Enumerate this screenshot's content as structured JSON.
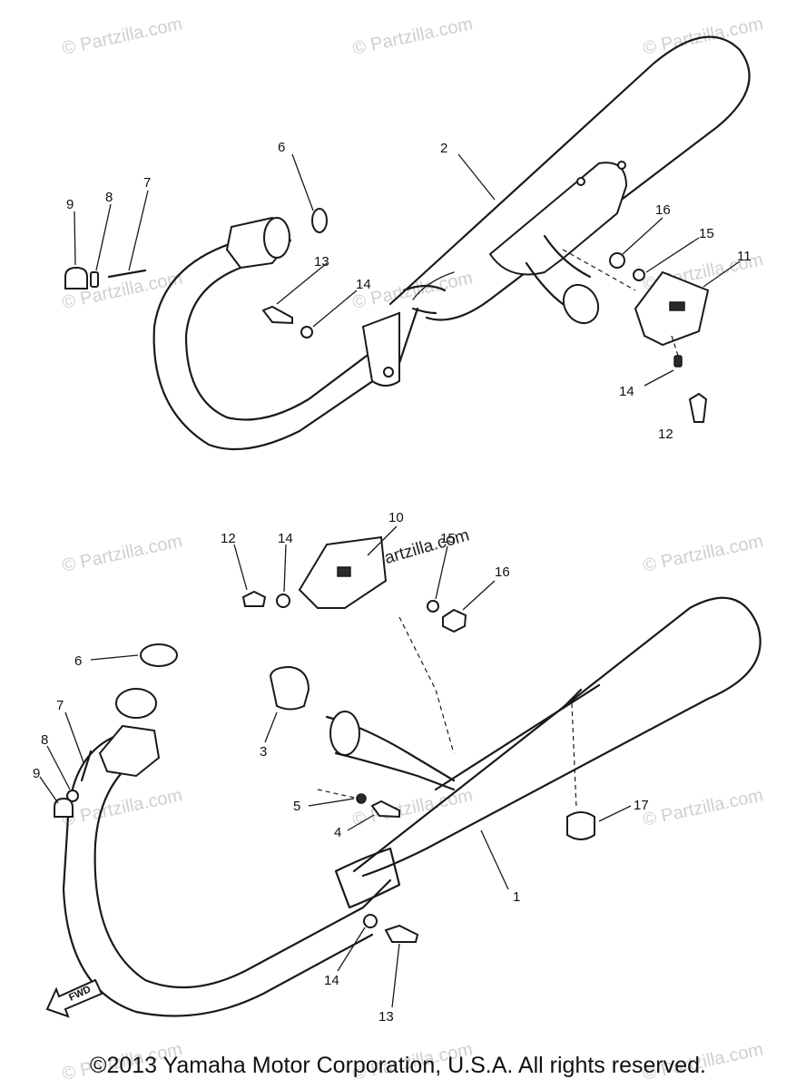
{
  "watermark": "© Partzilla.com",
  "watermark_center": "© Partzilla.com",
  "copyright": "©2013 Yamaha Motor Corporation, U.S.A. All rights reserved.",
  "fwd_label": "FWD",
  "upper_callouts": {
    "c2": "2",
    "c6": "6",
    "c7": "7",
    "c8": "8",
    "c9": "9",
    "c11": "11",
    "c12": "12",
    "c13": "13",
    "c14a": "14",
    "c14b": "14",
    "c15": "15",
    "c16": "16"
  },
  "lower_callouts": {
    "c1": "1",
    "c3": "3",
    "c4": "4",
    "c5": "5",
    "c6": "6",
    "c7": "7",
    "c8": "8",
    "c9": "9",
    "c10": "10",
    "c12": "12",
    "c13": "13",
    "c14a": "14",
    "c14b": "14",
    "c15": "15",
    "c16": "16",
    "c17": "17"
  }
}
